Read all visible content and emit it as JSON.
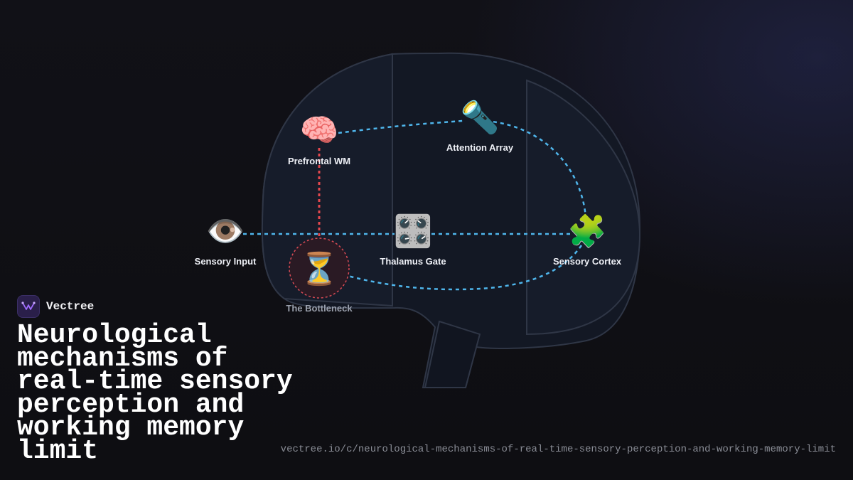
{
  "brand": {
    "name": "Vectree",
    "logo_icon": "vectree-logo-icon"
  },
  "title": "Neurological mechanisms of real-time sensory perception and working memory limit",
  "url": "vectree.io/c/neurological-mechanisms-of-real-time-sensory-perception-and-working-memory-limit",
  "colors": {
    "flow_link": "#4fb6ec",
    "bottleneck_link": "#e4484e",
    "brain_outline": "#2f3646",
    "brain_fill": "#161b28"
  },
  "nodes": {
    "prefrontal": {
      "label": "Prefrontal WM",
      "icon": "brain-icon",
      "glyph": "🧠"
    },
    "attention": {
      "label": "Attention Array",
      "icon": "flashlight-icon",
      "glyph": "🔦"
    },
    "sensory_input": {
      "label": "Sensory Input",
      "icon": "eye-icon",
      "glyph": "👁️"
    },
    "thalamus": {
      "label": "Thalamus Gate",
      "icon": "control-knobs-icon",
      "glyph": "🎛️"
    },
    "cortex": {
      "label": "Sensory Cortex",
      "icon": "puzzle-piece-icon",
      "glyph": "🧩"
    },
    "bottleneck": {
      "label": "The Bottleneck",
      "icon": "hourglass-icon",
      "glyph": "⏳"
    }
  }
}
